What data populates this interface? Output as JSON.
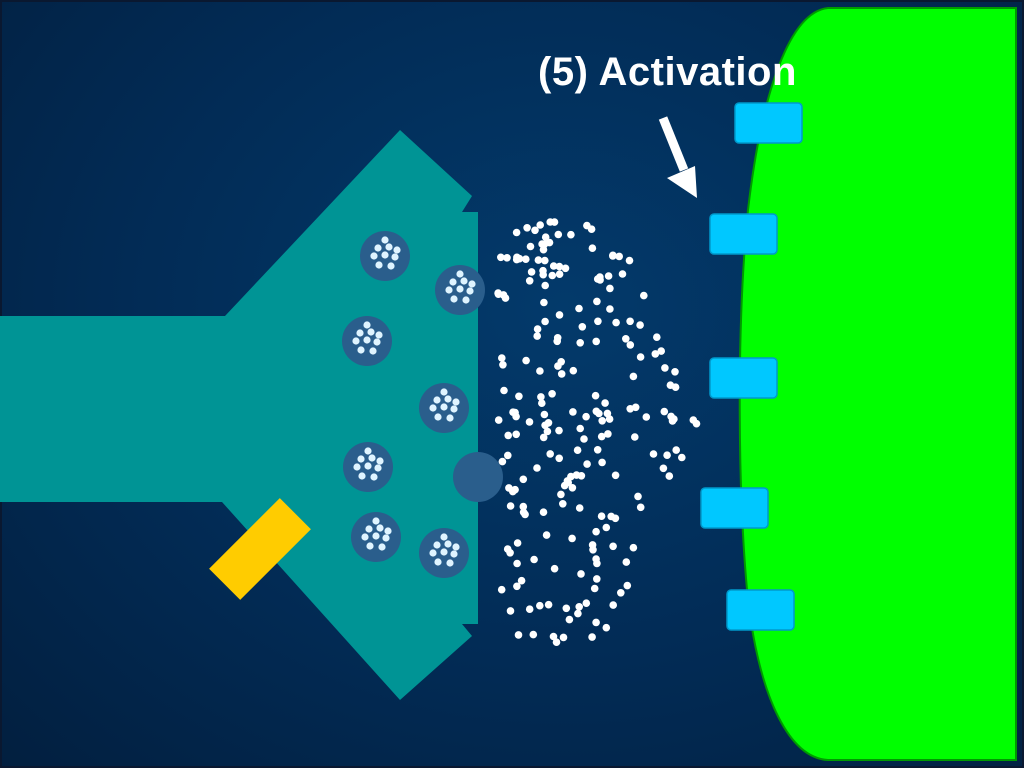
{
  "diagram": {
    "title": "(5)  Activation",
    "colors": {
      "background": "#022b55",
      "presynaptic_terminal": "#009495",
      "postsynaptic_cell": "#00ff00",
      "receptor": "#00c8ff",
      "vesicle": "#2a5e8c",
      "neurotransmitter": "#ffffff",
      "blocker": "#ffcc00",
      "arrow": "#ffffff"
    },
    "receptor_count": 5,
    "vesicle_count": 8
  }
}
